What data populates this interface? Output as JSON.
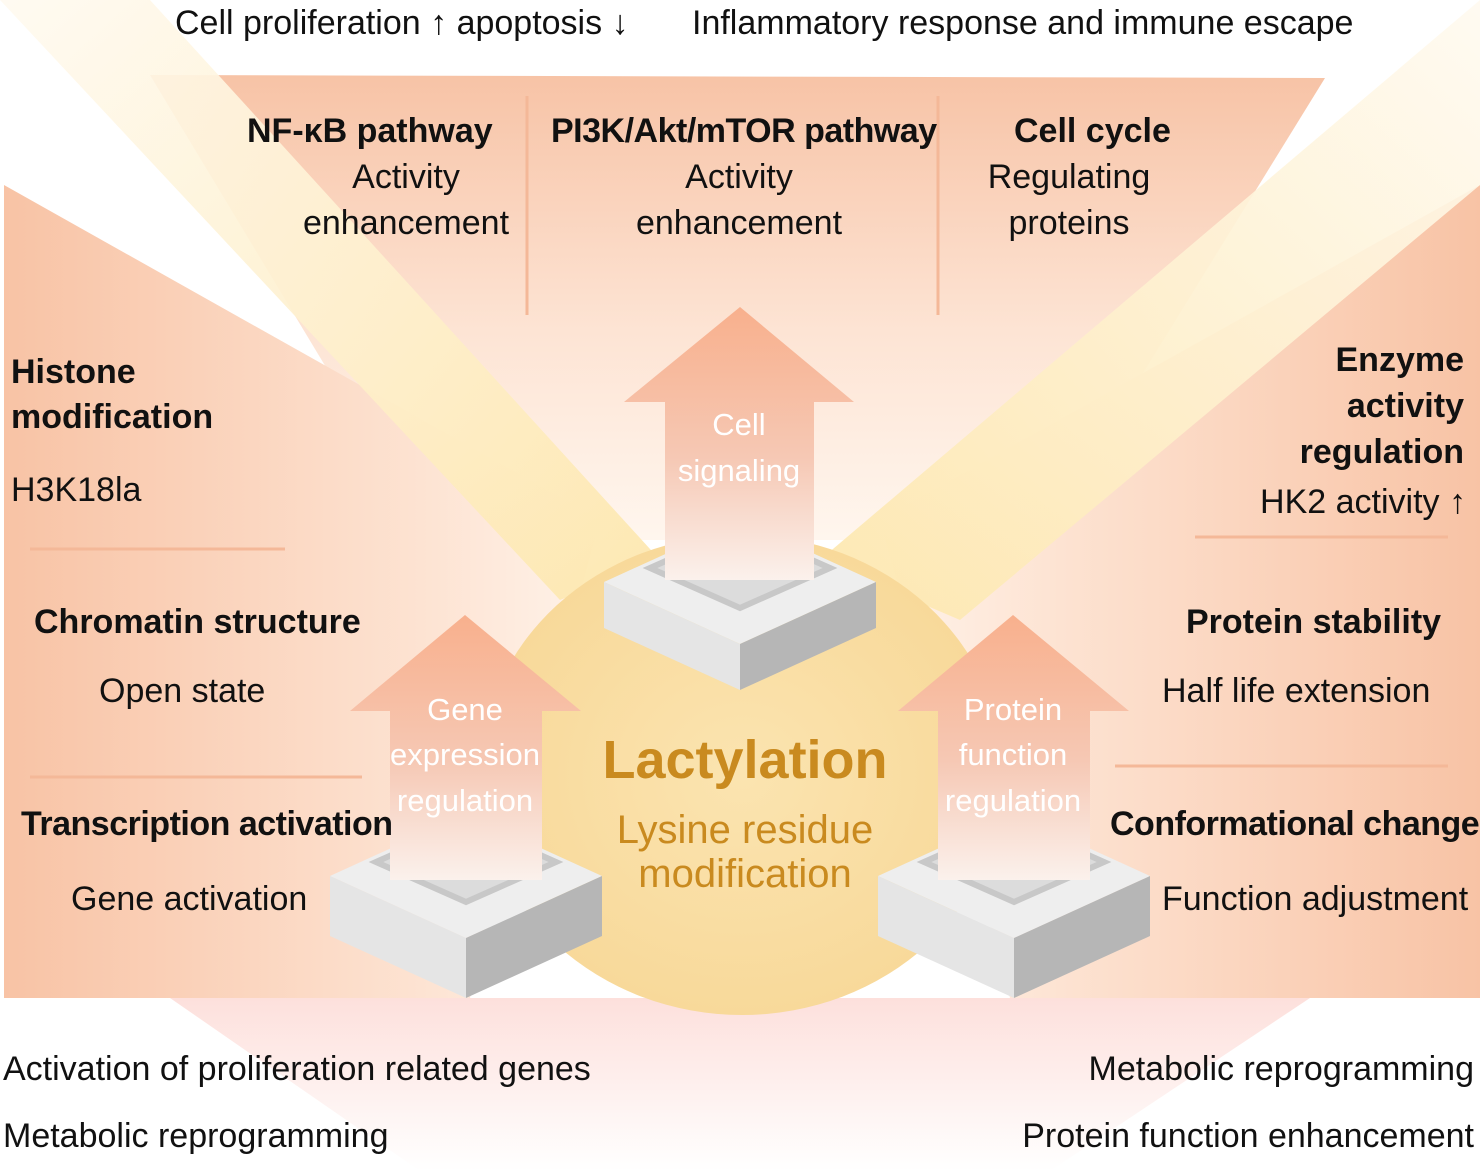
{
  "top": {
    "left_outcome": "Cell proliferation ↑ apoptosis ↓",
    "right_outcome": "Inflammatory response and immune escape"
  },
  "cell_signaling": {
    "arrow_label_1": "Cell",
    "arrow_label_2": "signaling",
    "nfkb": {
      "title": "NF-κB pathway",
      "line1": "Activity",
      "line2": "enhancement"
    },
    "pi3k": {
      "title": "PI3K/Akt/mTOR pathway",
      "line1": "Activity",
      "line2": "enhancement"
    },
    "cell_cycle": {
      "title": "Cell cycle",
      "line1": "Regulating",
      "line2": "proteins"
    }
  },
  "gene_expression": {
    "arrow_label_1": "Gene",
    "arrow_label_2": "expression",
    "arrow_label_3": "regulation",
    "histone": {
      "title_1": "Histone",
      "title_2": "modification",
      "value": "H3K18la"
    },
    "chromatin": {
      "title": "Chromatin structure",
      "value": "Open state"
    },
    "transcription": {
      "title": "Transcription activation",
      "value": "Gene activation"
    }
  },
  "protein_function": {
    "arrow_label_1": "Protein",
    "arrow_label_2": "function",
    "arrow_label_3": "regulation",
    "enzyme": {
      "title_1": "Enzyme",
      "title_2": "activity",
      "title_3": "regulation",
      "value": "HK2 activity ↑"
    },
    "stability": {
      "title": "Protein stability",
      "value": "Half life extension"
    },
    "conformation": {
      "title": "Conformational change",
      "value": "Function adjustment"
    }
  },
  "center": {
    "title": "Lactylation",
    "subtitle_1": "Lysine residue",
    "subtitle_2": "modification"
  },
  "bottom": {
    "left_1": "Activation of proliferation related genes",
    "left_2": "Metabolic reprogramming",
    "right_1": "Metabolic reprogramming",
    "right_2": "Protein function enhancement"
  },
  "colors": {
    "accent": "#f6b595",
    "panel": "#fbd5bf",
    "beam": "#fdeec0",
    "hub": "#f8dc9c",
    "center_text": "#c98a1f",
    "divider": "#f4b898"
  }
}
